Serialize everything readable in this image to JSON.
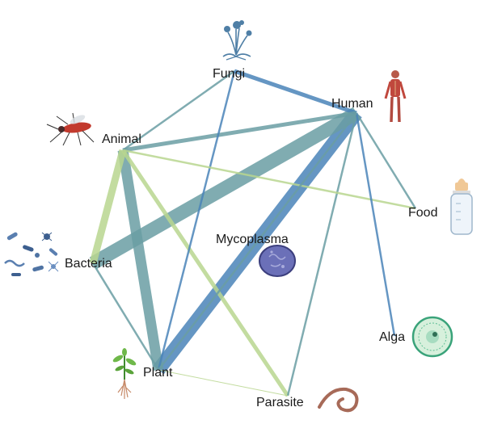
{
  "nodes": [
    {
      "id": "fungi",
      "label": "Fungi",
      "icon": "fungi-icon"
    },
    {
      "id": "human",
      "label": "Human",
      "icon": "human-body-icon"
    },
    {
      "id": "animal",
      "label": "Animal",
      "icon": "mosquito-icon"
    },
    {
      "id": "food",
      "label": "Food",
      "icon": "baby-bottle-icon"
    },
    {
      "id": "mycoplasma",
      "label": "Mycoplasma",
      "icon": "mycoplasma-cell-icon"
    },
    {
      "id": "bacteria",
      "label": "Bacteria",
      "icon": "bacteria-icon"
    },
    {
      "id": "alga",
      "label": "Alga",
      "icon": "alga-cell-icon"
    },
    {
      "id": "plant",
      "label": "Plant",
      "icon": "plant-icon"
    },
    {
      "id": "parasite",
      "label": "Parasite",
      "icon": "worm-icon"
    }
  ],
  "colors": {
    "blue": "#4a84b8",
    "teal": "#6a9ea3",
    "green": "#b9d68f"
  },
  "edges": [
    {
      "from": "plant",
      "to": "human",
      "color": "blue",
      "weight": 5
    },
    {
      "from": "bacteria",
      "to": "human",
      "color": "teal",
      "weight": 5
    },
    {
      "from": "plant",
      "to": "animal",
      "color": "teal",
      "weight": 4
    },
    {
      "from": "bacteria",
      "to": "animal",
      "color": "green",
      "weight": 3
    },
    {
      "from": "fungi",
      "to": "human",
      "color": "blue",
      "weight": 2
    },
    {
      "from": "animal",
      "to": "human",
      "color": "teal",
      "weight": 2
    },
    {
      "from": "animal",
      "to": "parasite",
      "color": "green",
      "weight": 2
    },
    {
      "from": "parasite",
      "to": "human",
      "color": "teal",
      "weight": 1
    },
    {
      "from": "fungi",
      "to": "animal",
      "color": "teal",
      "weight": 1
    },
    {
      "from": "fungi",
      "to": "plant",
      "color": "blue",
      "weight": 1
    },
    {
      "from": "animal",
      "to": "food",
      "color": "green",
      "weight": 1
    },
    {
      "from": "human",
      "to": "food",
      "color": "teal",
      "weight": 1
    },
    {
      "from": "human",
      "to": "alga",
      "color": "blue",
      "weight": 1
    },
    {
      "from": "bacteria",
      "to": "plant",
      "color": "teal",
      "weight": 1
    },
    {
      "from": "plant",
      "to": "parasite",
      "color": "green",
      "weight": 0.5
    },
    {
      "from": "plant",
      "to": "human",
      "color": "teal",
      "weight": 1
    }
  ]
}
